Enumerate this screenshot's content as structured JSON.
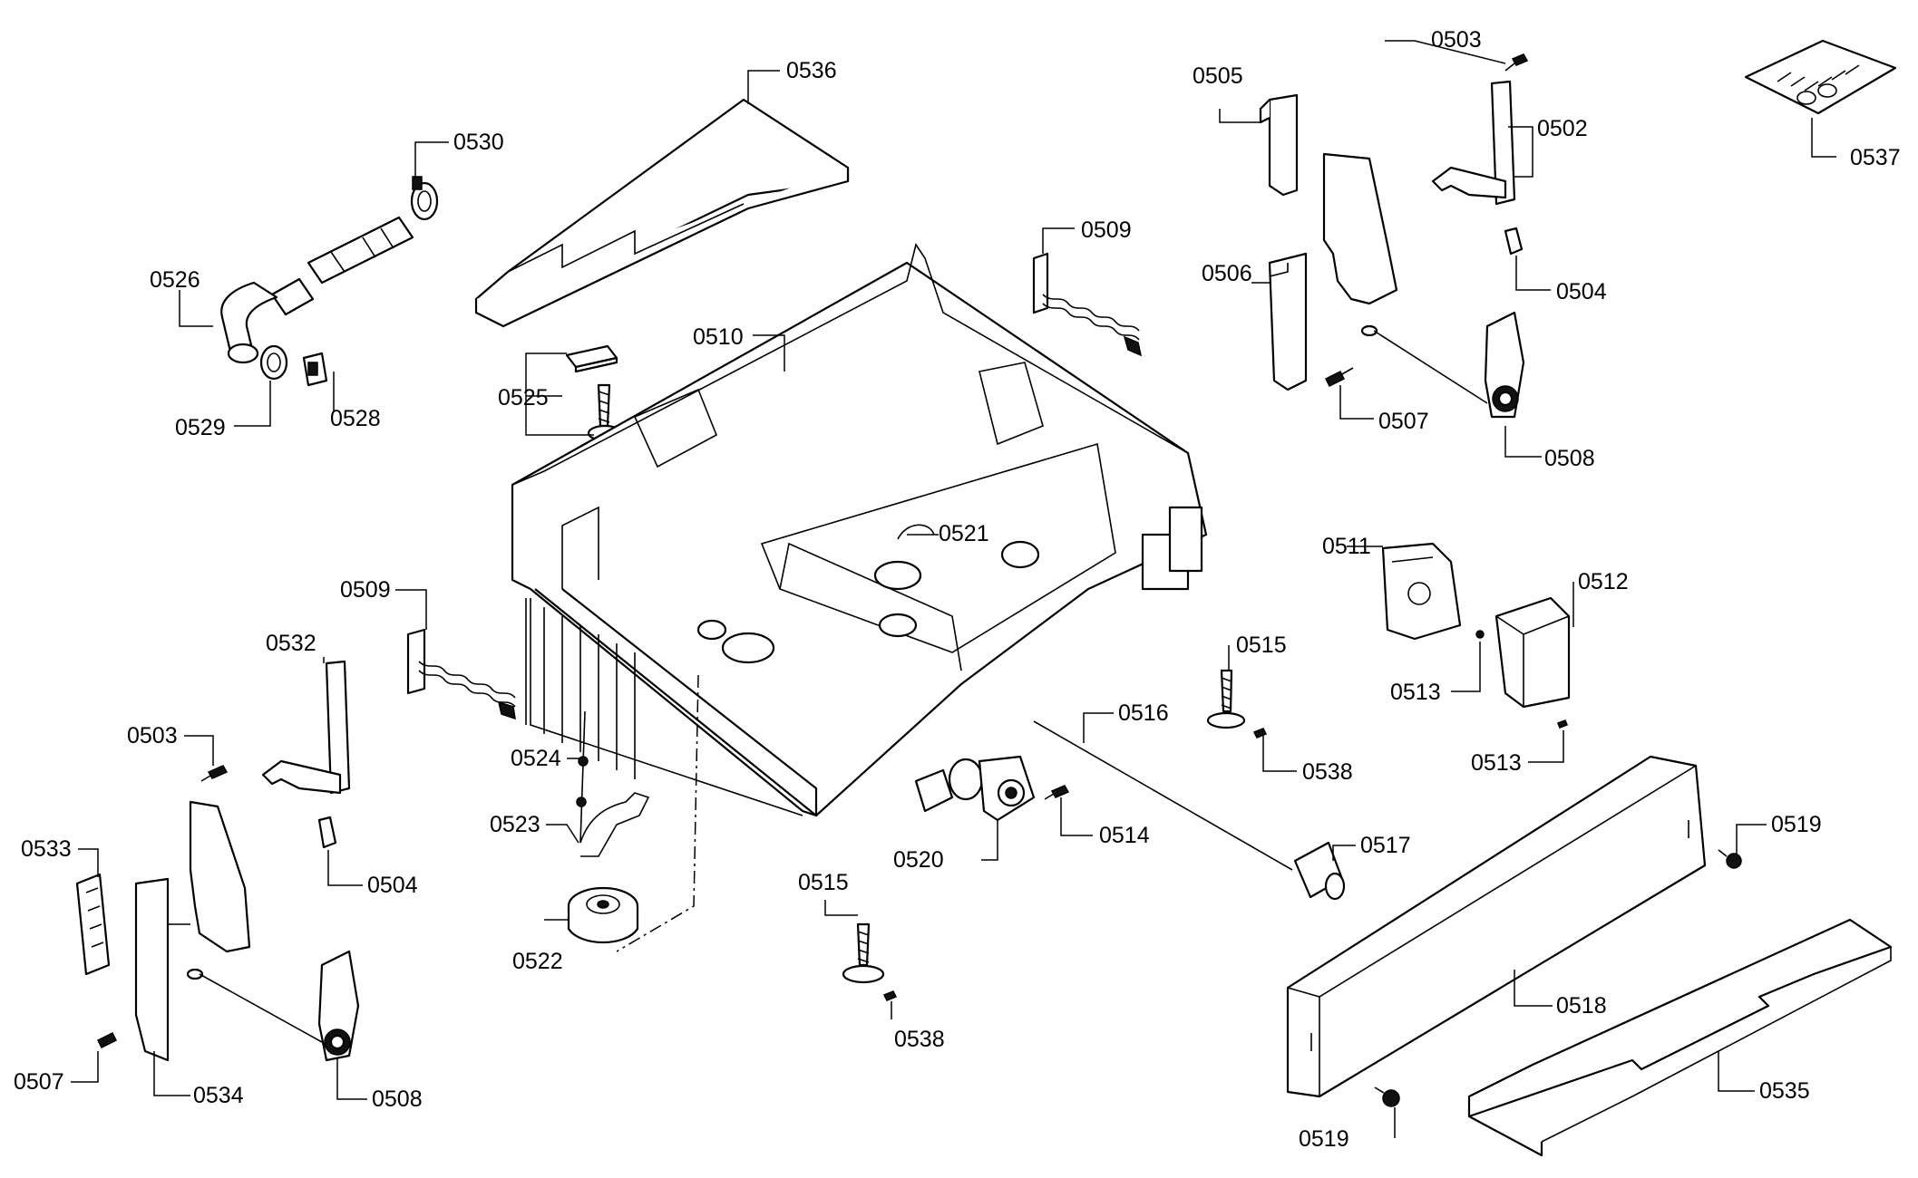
{
  "diagram": {
    "type": "exploded-parts-diagram",
    "part_labels": {
      "p0536": "0536",
      "p0530": "0530",
      "p0526": "0526",
      "p0529": "0529",
      "p0528": "0528",
      "p0525": "0525",
      "p0510": "0510",
      "p0509_top": "0509",
      "p0505": "0505",
      "p0506": "0506",
      "p0503_top": "0503",
      "p0502": "0502",
      "p0504_top": "0504",
      "p0507_top": "0507",
      "p0508_top": "0508",
      "p0537": "0537",
      "p0521": "0521",
      "p0511": "0511",
      "p0512": "0512",
      "p0513_a": "0513",
      "p0513_b": "0513",
      "p0515_top": "0515",
      "p0538_top": "0538",
      "p0516": "0516",
      "p0509_left": "0509",
      "p0532": "0532",
      "p0503_left": "0503",
      "p0504_left": "0504",
      "p0533": "0533",
      "p0507_left": "0507",
      "p0534": "0534",
      "p0508_left": "0508",
      "p0524": "0524",
      "p0523": "0523",
      "p0522": "0522",
      "p0515_bottom": "0515",
      "p0538_bottom": "0538",
      "p0520": "0520",
      "p0514": "0514",
      "p0517": "0517",
      "p0519_right": "0519",
      "p0518": "0518",
      "p0535": "0535",
      "p0519_bottom": "0519"
    }
  }
}
